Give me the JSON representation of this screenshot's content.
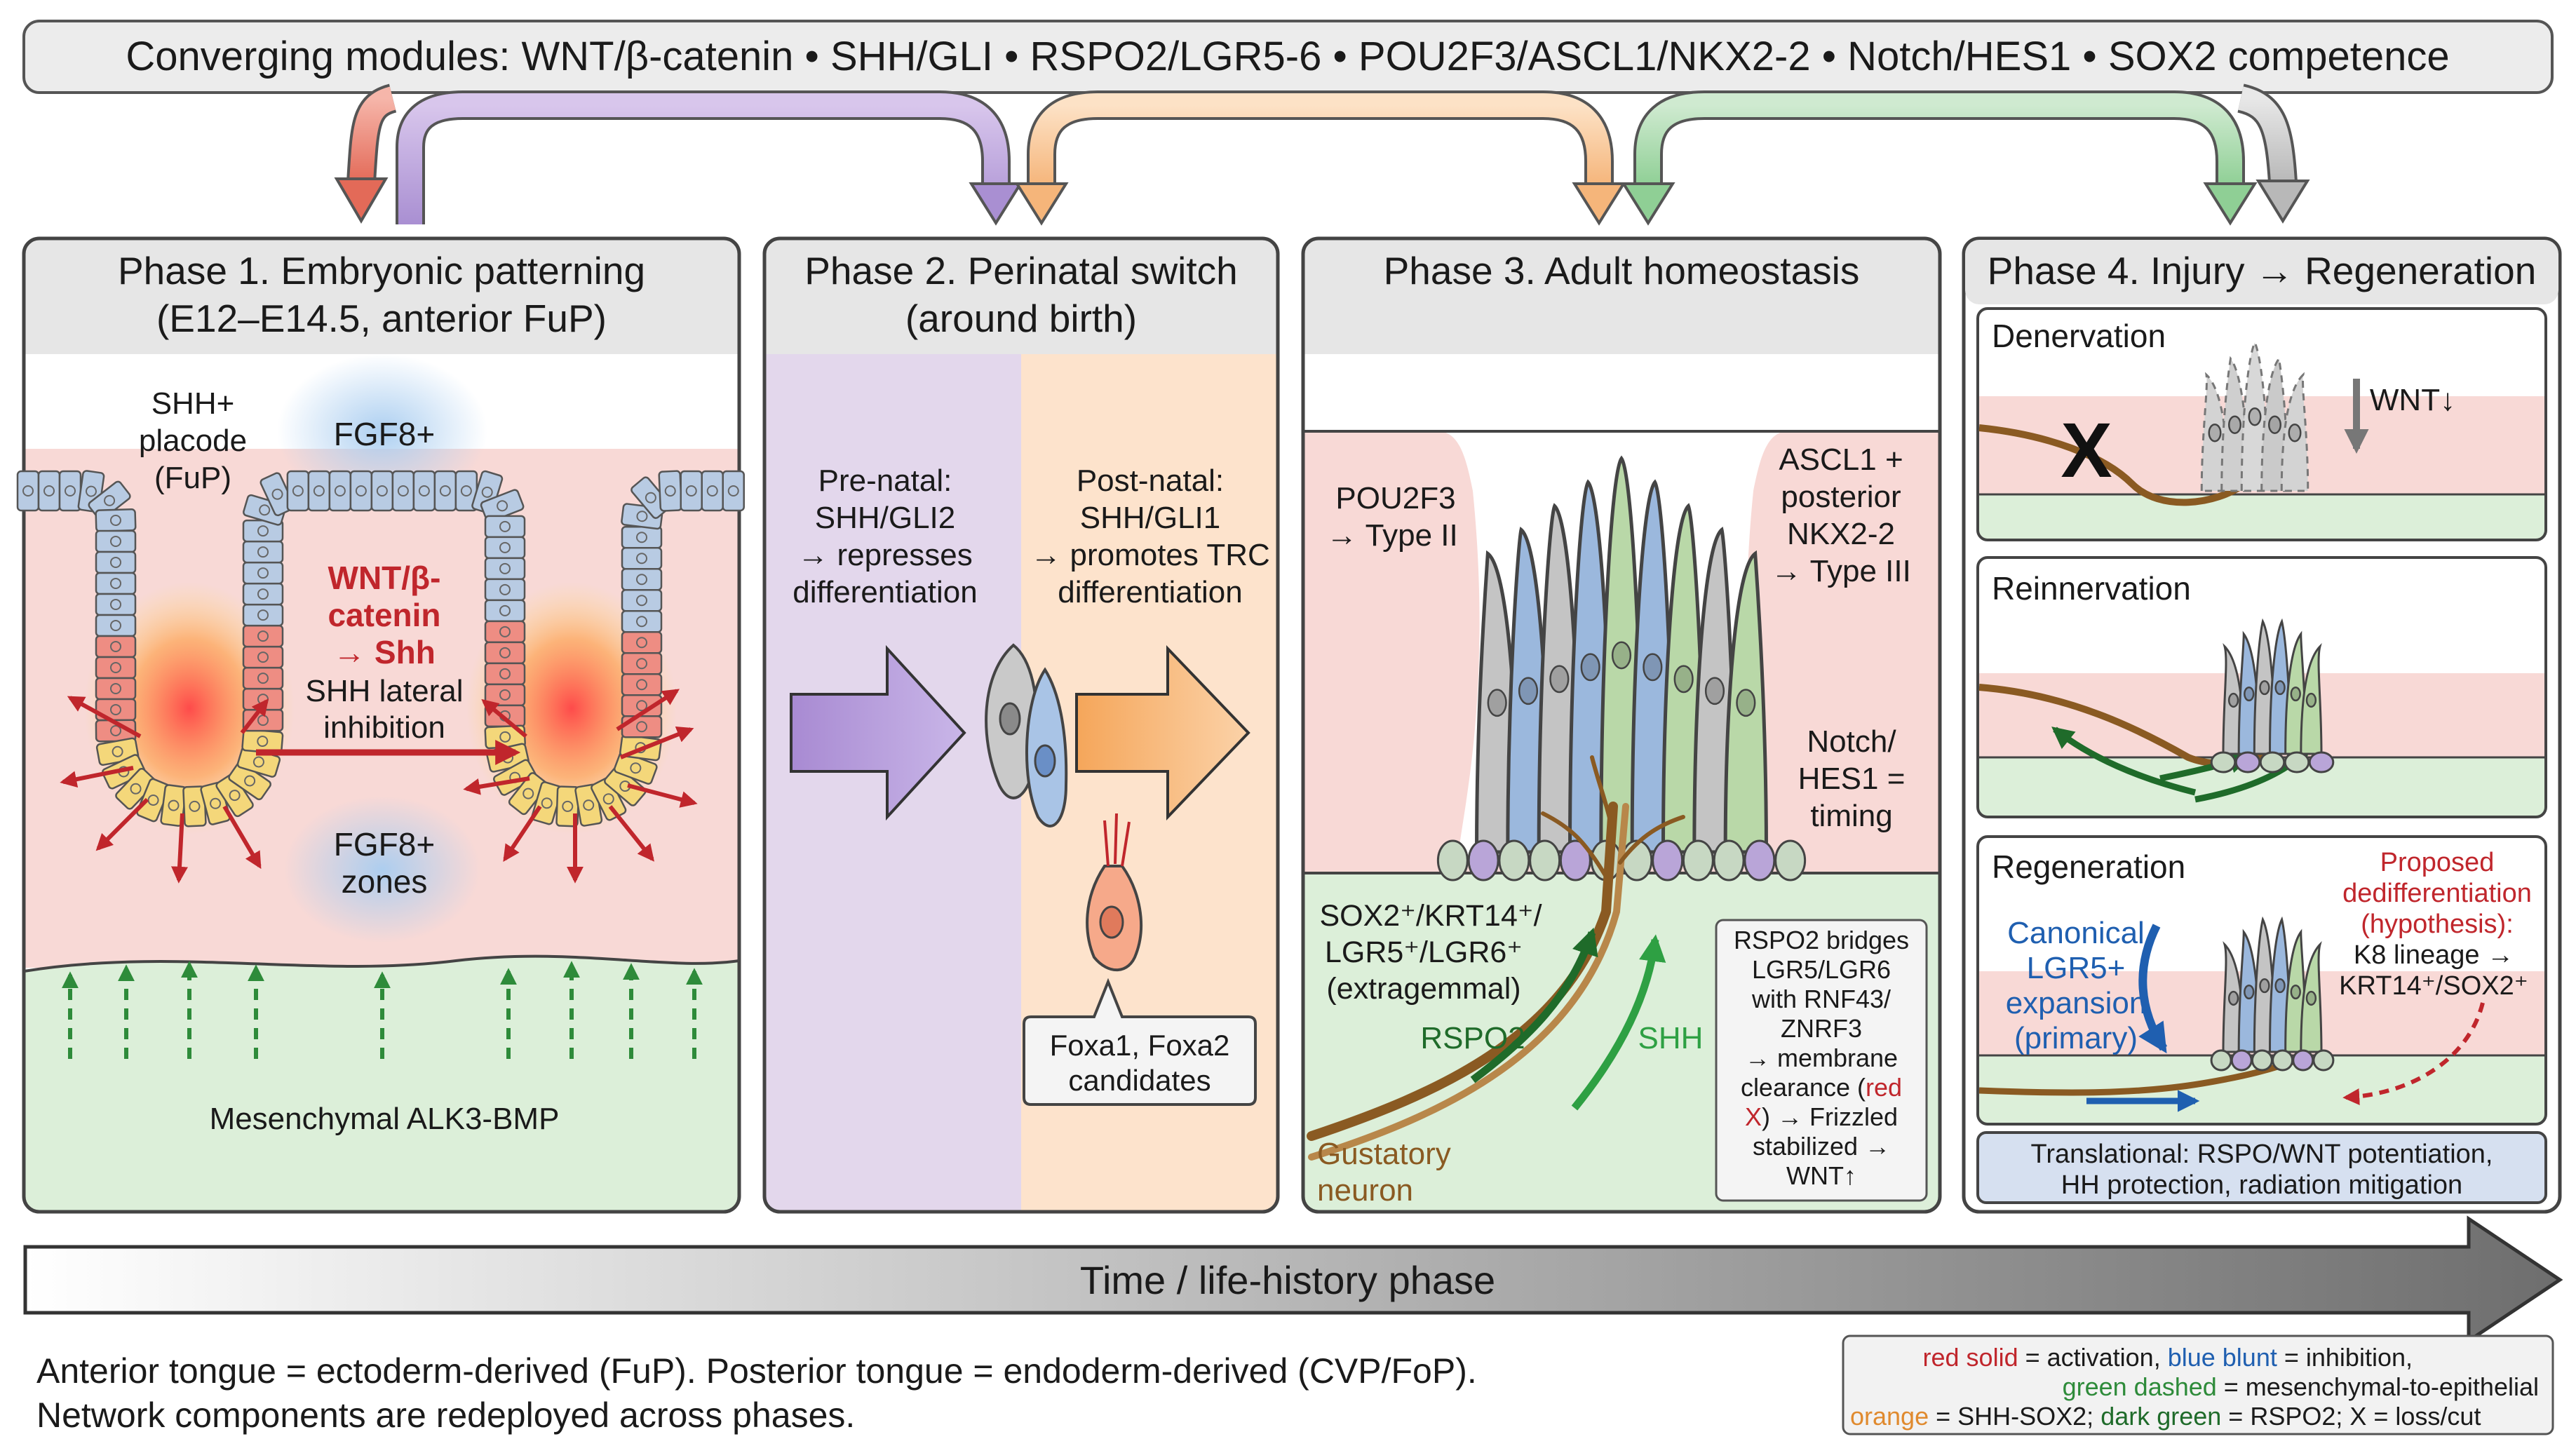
{
  "header": {
    "title": "Converging modules: WNT/β-catenin • SHH/GLI • RSPO2/LGR5-6 • POU2F3/ASCL1/NKX2-2 • Notch/HES1 • SOX2 competence"
  },
  "phase1": {
    "title_l1": "Phase 1. Embryonic patterning",
    "title_l2": "(E12–E14.5, anterior FuP)",
    "shh_l1": "SHH+",
    "shh_l2": "placode",
    "shh_l3": "(FuP)",
    "fgf_top": "FGF8+",
    "wnt_l1": "WNT/β-",
    "wnt_l2": "catenin",
    "wnt_l3": "→ Shh",
    "lat_l1": "SHH lateral",
    "lat_l2": "inhibition",
    "fgf_l1": "FGF8+",
    "fgf_l2": "zones",
    "mes": "Mesenchymal ALK3-BMP"
  },
  "phase2": {
    "title_l1": "Phase 2. Perinatal switch",
    "title_l2": "(around birth)",
    "pre_l1": "Pre-natal:",
    "pre_l2": "SHH/GLI2",
    "pre_l3": "→ represses",
    "pre_l4": "differentiation",
    "post_l1": "Post-natal:",
    "post_l2": "SHH/GLI1",
    "post_l3": "→ promotes TRC",
    "post_l4": "differentiation",
    "foxa_l1": "Foxa1, Foxa2",
    "foxa_l2": "candidates"
  },
  "phase3": {
    "title": "Phase 3. Adult homeostasis",
    "pou_l1": "POU2F3",
    "pou_l2": "→ Type II",
    "ascl_l1": "ASCL1 +",
    "ascl_l2": "posterior",
    "ascl_l3": "NKX2-2",
    "ascl_l4": "→ Type III",
    "notch_l1": "Notch/",
    "notch_l2": "HES1 =",
    "notch_l3": "timing",
    "sox_l1": "SOX2⁺/KRT14⁺/",
    "sox_l2": "LGR5⁺/LGR6⁺",
    "sox_l3": "(extragemmal)",
    "rspo2": "RSPO2",
    "shh": "SHH",
    "neuron_l1": "Gustatory",
    "neuron_l2": "neuron",
    "box_l1": "RSPO2 bridges",
    "box_l2": "LGR5/LGR6",
    "box_l3": "with RNF43/",
    "box_l4": "ZNRF3",
    "box_l5": "→ membrane",
    "box_l6a": "clearance (",
    "box_l6b": "red",
    "box_l7a": "X",
    "box_l7b": ") → Frizzled",
    "box_l8": "stabilized →",
    "box_l9": "WNT↑"
  },
  "phase4": {
    "title": "Phase 4. Injury → Regeneration",
    "den": "Denervation",
    "x_mark": "X",
    "wnt_down": "WNT↓",
    "rein": "Reinnervation",
    "regen": "Regeneration",
    "canon_l1": "Canonical",
    "canon_l2": "LGR5+",
    "canon_l3": "expansion",
    "canon_l4": "(primary)",
    "prop_l1": "Proposed",
    "prop_l2": "dedifferentiation",
    "prop_l3": "(hypothesis):",
    "prop_l4": "K8 lineage →",
    "prop_l5": "KRT14⁺/SOX2⁺",
    "trans_l1": "Translational: RSPO/WNT potentiation,",
    "trans_l2": "HH protection, radiation mitigation"
  },
  "timeline": {
    "label": "Time / life-history phase"
  },
  "footer": {
    "l1": "Anterior tongue = ectoderm-derived (FuP). Posterior tongue = endoderm-derived (CVP/FoP).",
    "l2": "Network components are redeployed across phases."
  },
  "legend": {
    "a": "red solid",
    "b": " = activation, ",
    "c": "blue blunt",
    "d": " = inhibition,",
    "e": "green dashed",
    "f": " = mesenchymal-to-epithelial",
    "g": "orange",
    "h": " = SHH-SOX2; ",
    "i": "dark green",
    "j": " = RSPO2; X = loss/cut"
  },
  "colors": {
    "activation": "#c0262c",
    "inhibition": "#1f5fb0",
    "mesenchymal": "#2e8b3a",
    "shh_sox2": "#e08a2e",
    "rspo2": "#1f6b2a",
    "neuron": "#8a5a22",
    "type2": "#9bb8dd",
    "type3": "#b9d8a8",
    "type1": "#c4c4c4",
    "epithelium_pink": "#f8d9d6",
    "mesenchyme_green": "#dcefd9",
    "pre_natal": "#e3d7ec",
    "post_natal": "#fde3cc"
  }
}
